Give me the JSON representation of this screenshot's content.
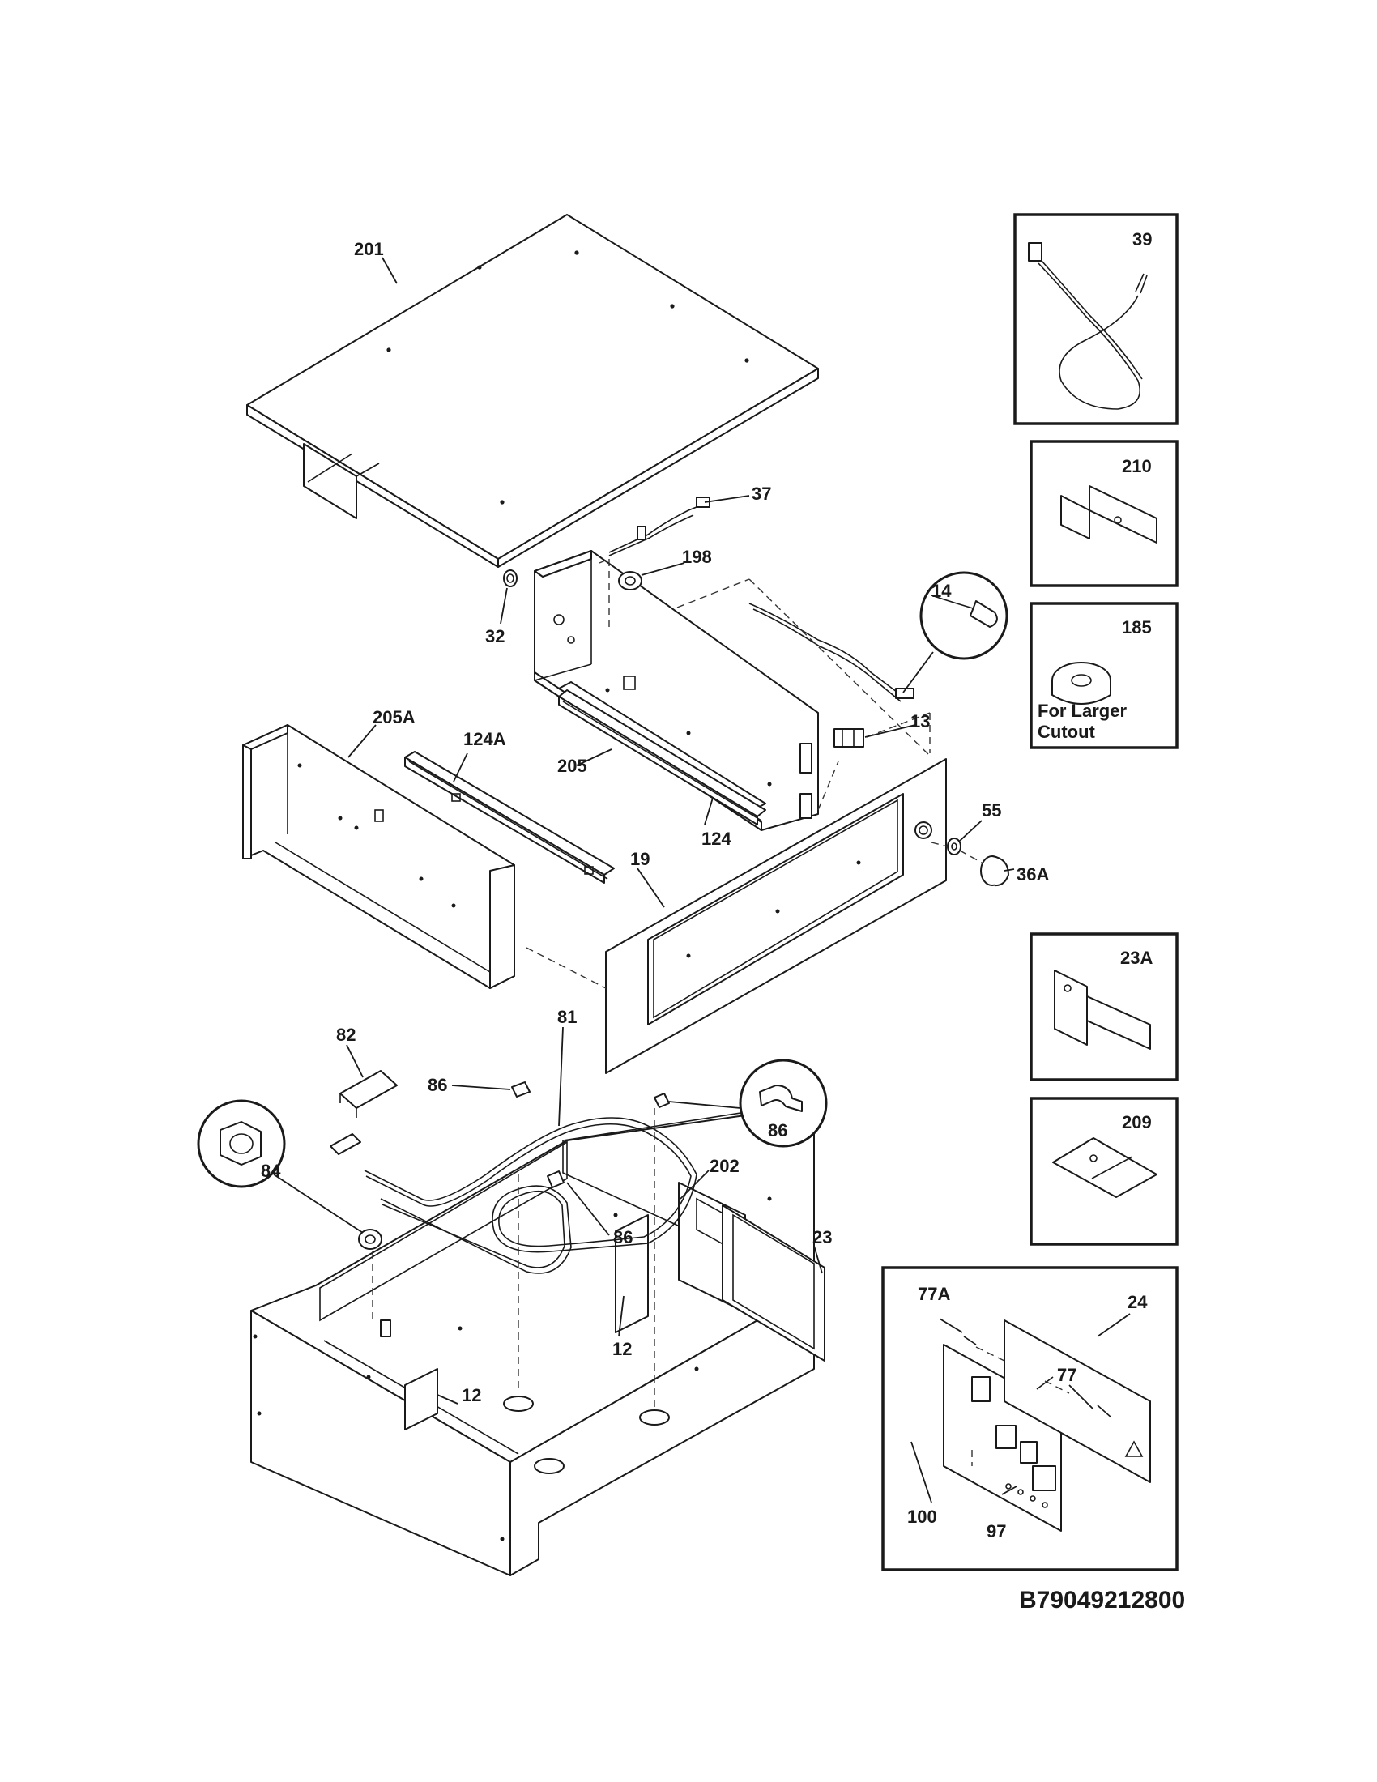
{
  "diagram": {
    "document_id": "B79049212800",
    "inset_note": "For Larger\nCutout",
    "callouts": {
      "c201": "201",
      "c37": "37",
      "c198": "198",
      "c32": "32",
      "c14": "14",
      "c13": "13",
      "c205A": "205A",
      "c124A": "124A",
      "c205": "205",
      "c124": "124",
      "c55": "55",
      "c19": "19",
      "c36A": "36A",
      "c82": "82",
      "c81": "81",
      "c86a": "86",
      "c86b": "86",
      "c86c": "86",
      "c84": "84",
      "c202": "202",
      "c23": "23",
      "c12a": "12",
      "c12b": "12",
      "c39": "39",
      "c210": "210",
      "c185": "185",
      "c23A": "23A",
      "c209": "209",
      "c77A": "77A",
      "c24": "24",
      "c77": "77",
      "c100": "100",
      "c97": "97"
    }
  }
}
